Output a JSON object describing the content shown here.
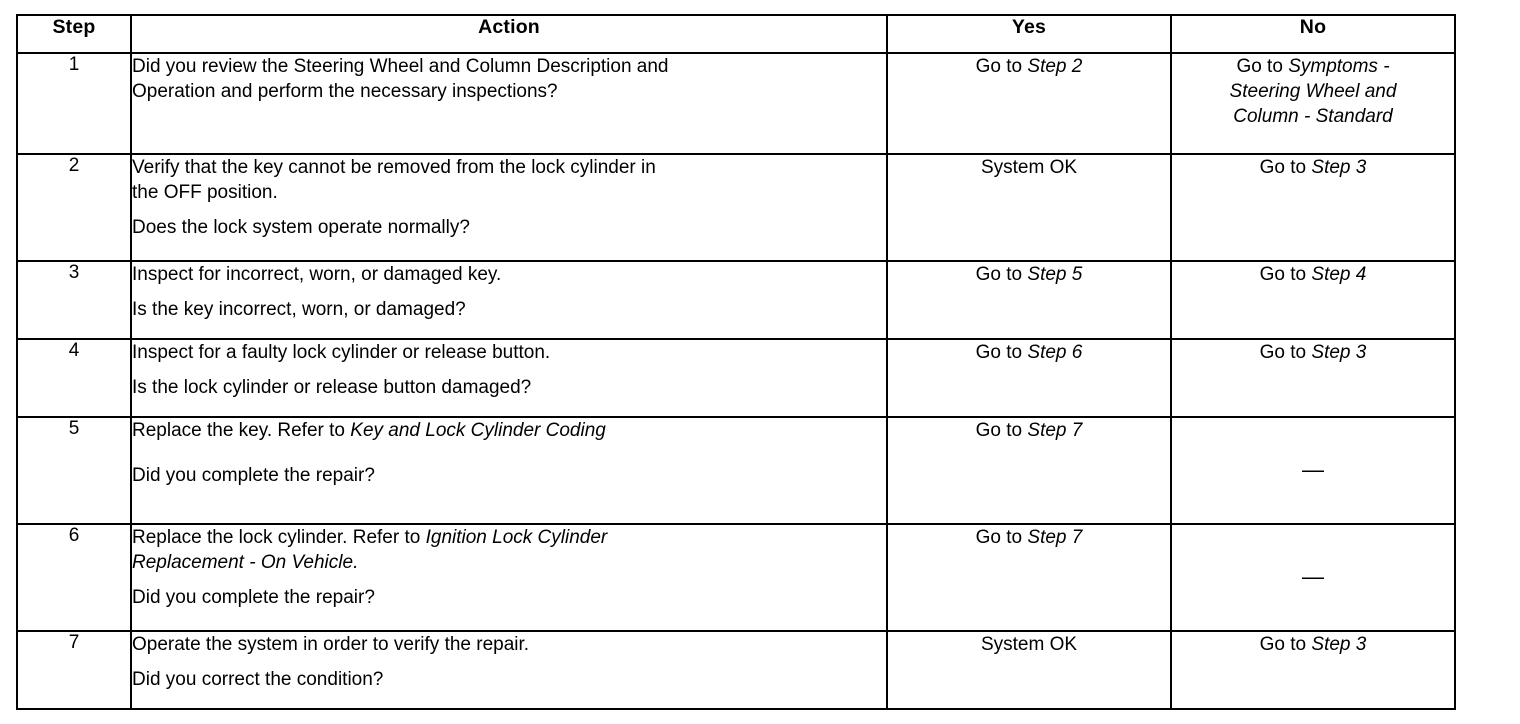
{
  "table": {
    "headers": [
      "Step",
      "Action",
      "Yes",
      "No"
    ],
    "rows": [
      {
        "step": "1",
        "action": {
          "lines": [
            [
              {
                "t": "Did you review the Steering Wheel and Column Description and",
                "i": false
              }
            ],
            [
              {
                "t": "Operation and perform the necessary inspections?",
                "i": false
              }
            ]
          ]
        },
        "yes": {
          "lines": [
            [
              {
                "t": "Go to ",
                "i": false
              },
              {
                "t": "Step 2",
                "i": true
              }
            ]
          ]
        },
        "no": {
          "lines": [
            [
              {
                "t": "Go to ",
                "i": false
              },
              {
                "t": "Symptoms -",
                "i": true
              }
            ],
            [
              {
                "t": "Steering Wheel and",
                "i": true
              }
            ],
            [
              {
                "t": "Column - Standard",
                "i": true
              }
            ]
          ]
        }
      },
      {
        "step": "2",
        "action": {
          "lines": [
            [
              {
                "t": "Verify that the key cannot be removed from the lock cylinder in",
                "i": false
              }
            ],
            [
              {
                "t": "the OFF position.",
                "i": false
              }
            ],
            [
              {
                "gap": true
              }
            ],
            [
              {
                "t": "Does the lock system operate normally?",
                "i": false
              }
            ]
          ]
        },
        "yes": {
          "lines": [
            [
              {
                "t": "System OK",
                "i": false
              }
            ]
          ]
        },
        "no": {
          "lines": [
            [
              {
                "t": "Go to ",
                "i": false
              },
              {
                "t": "Step 3",
                "i": true
              }
            ]
          ]
        }
      },
      {
        "step": "3",
        "action": {
          "lines": [
            [
              {
                "t": "Inspect for incorrect, worn, or damaged key.",
                "i": false
              }
            ],
            [
              {
                "gap": true
              }
            ],
            [
              {
                "t": "Is the key incorrect, worn, or damaged?",
                "i": false
              }
            ]
          ]
        },
        "yes": {
          "lines": [
            [
              {
                "t": "Go to ",
                "i": false
              },
              {
                "t": "Step 5",
                "i": true
              }
            ]
          ]
        },
        "no": {
          "lines": [
            [
              {
                "t": "Go to ",
                "i": false
              },
              {
                "t": "Step 4",
                "i": true
              }
            ]
          ]
        }
      },
      {
        "step": "4",
        "action": {
          "lines": [
            [
              {
                "t": "Inspect for a faulty lock cylinder or release button.",
                "i": false
              }
            ],
            [
              {
                "gap": true
              }
            ],
            [
              {
                "t": "Is the lock cylinder or release button damaged?",
                "i": false
              }
            ]
          ]
        },
        "yes": {
          "lines": [
            [
              {
                "t": "Go to ",
                "i": false
              },
              {
                "t": "Step 6",
                "i": true
              }
            ]
          ]
        },
        "no": {
          "lines": [
            [
              {
                "t": "Go to ",
                "i": false
              },
              {
                "t": "Step 3",
                "i": true
              }
            ]
          ]
        }
      },
      {
        "step": "5",
        "action": {
          "lines": [
            [
              {
                "t": "Replace the key. Refer to ",
                "i": false
              },
              {
                "t": "Key and Lock Cylinder Coding",
                "i": true
              }
            ],
            [
              {
                "gap": true
              }
            ],
            [
              {
                "gap": true
              }
            ],
            [
              {
                "t": "Did you complete the repair?",
                "i": false
              }
            ]
          ]
        },
        "yes": {
          "lines": [
            [
              {
                "t": "Go to ",
                "i": false
              },
              {
                "t": "Step 7",
                "i": true
              }
            ]
          ]
        },
        "no": {
          "lines": [
            [
              {
                "t": "—",
                "i": false,
                "dash": true
              }
            ]
          ],
          "middle": true
        }
      },
      {
        "step": "6",
        "action": {
          "lines": [
            [
              {
                "t": "Replace the lock cylinder. Refer to ",
                "i": false
              },
              {
                "t": "Ignition Lock Cylinder",
                "i": true
              }
            ],
            [
              {
                "t": "Replacement - On Vehicle.",
                "i": true
              }
            ],
            [
              {
                "gap": true
              }
            ],
            [
              {
                "t": "Did you complete the repair?",
                "i": false
              }
            ]
          ]
        },
        "yes": {
          "lines": [
            [
              {
                "t": "Go to ",
                "i": false
              },
              {
                "t": "Step 7",
                "i": true
              }
            ]
          ]
        },
        "no": {
          "lines": [
            [
              {
                "t": "—",
                "i": false,
                "dash": true
              }
            ]
          ],
          "middle": true
        }
      },
      {
        "step": "7",
        "action": {
          "lines": [
            [
              {
                "t": "Operate the system in order to verify the repair.",
                "i": false
              }
            ],
            [
              {
                "gap": true
              }
            ],
            [
              {
                "t": "Did you correct the condition?",
                "i": false
              }
            ]
          ]
        },
        "yes": {
          "lines": [
            [
              {
                "t": "System OK",
                "i": false
              }
            ]
          ]
        },
        "no": {
          "lines": [
            [
              {
                "t": "Go to ",
                "i": false
              },
              {
                "t": "Step 3",
                "i": true
              }
            ]
          ]
        }
      }
    ]
  },
  "colors": {
    "border": "#000000",
    "background": "#ffffff",
    "text": "#000000"
  }
}
